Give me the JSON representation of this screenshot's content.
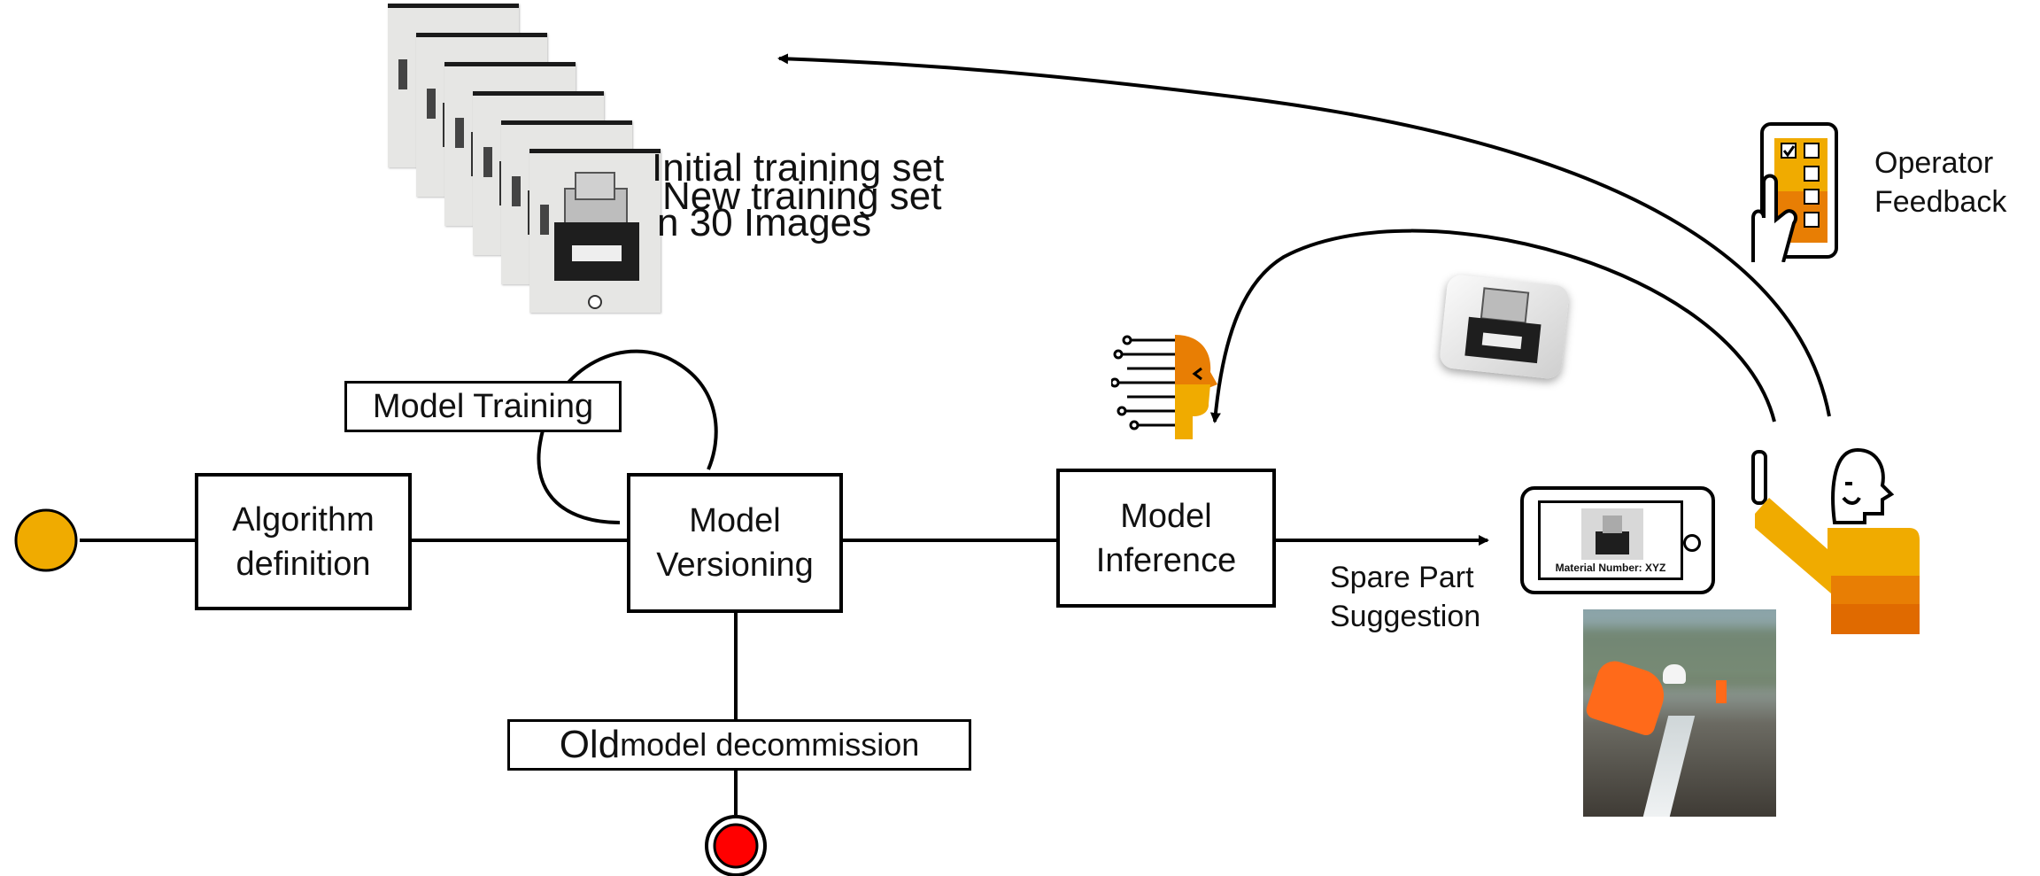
{
  "nodes": {
    "algorithm_definition": "Algorithm\ndefinition",
    "model_versioning": "Model\nVersioning",
    "model_inference": "Model\nInference",
    "model_training": "Model Training",
    "old_model_decommission_big": "Old",
    "old_model_decommission_rest": " model decommission"
  },
  "overlapping_text": {
    "line_a": "Initial training set",
    "line_b": "New training set",
    "line_c": "n 30 Images"
  },
  "labels": {
    "spare_part_suggestion": "Spare Part\nSuggestion",
    "operator_feedback": "Operator\nFeedback",
    "tablet_caption": "Material Number: XYZ"
  },
  "colors": {
    "start_node": "#f0ab00",
    "end_node": "#ff0000",
    "accent_orange": "#e87e04",
    "accent_yellow": "#f0ab00"
  },
  "icons": [
    "ai-head-icon",
    "feedback-checklist-icon",
    "operator-figure-icon",
    "tablet-device-icon",
    "part-thumbnail-icon"
  ]
}
